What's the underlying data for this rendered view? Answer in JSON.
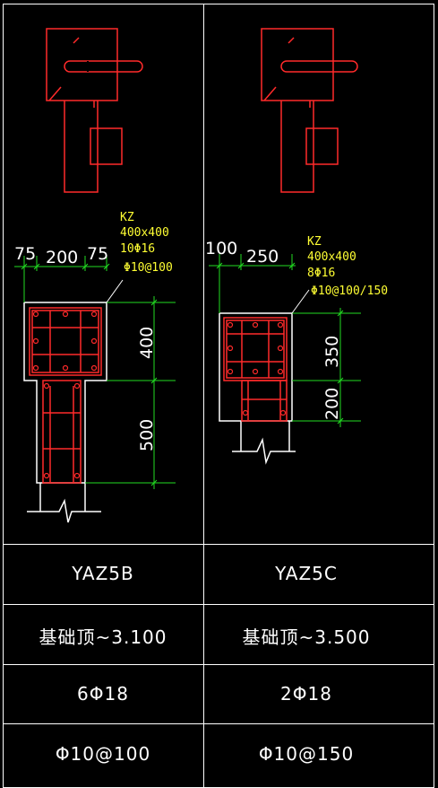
{
  "colors": {
    "background": "#000000",
    "grid": "#ffffff",
    "outline": "#ff2a2a",
    "dimension": "#22dd22",
    "annotation": "#ffff33",
    "text": "#ffffff"
  },
  "columns": [
    {
      "annotation": {
        "type": "KZ",
        "size": "400x400",
        "main_bars": "10Φ16",
        "stirrups": "Φ10@100"
      },
      "top_dims": [
        "75",
        "200",
        "75"
      ],
      "side_dims": [
        "400",
        "500"
      ],
      "rows": [
        "YAZ5B",
        "基础顶~3.100",
        "6Φ18",
        "Φ10@100"
      ]
    },
    {
      "annotation": {
        "type": "KZ",
        "size": "400x400",
        "main_bars": "8Φ16",
        "stirrups": "Φ10@100/150"
      },
      "top_dims": [
        "100",
        "250"
      ],
      "side_dims": [
        "350",
        "200"
      ],
      "rows": [
        "YAZ5C",
        "基础顶~3.500",
        "2Φ18",
        "Φ10@150"
      ]
    }
  ]
}
